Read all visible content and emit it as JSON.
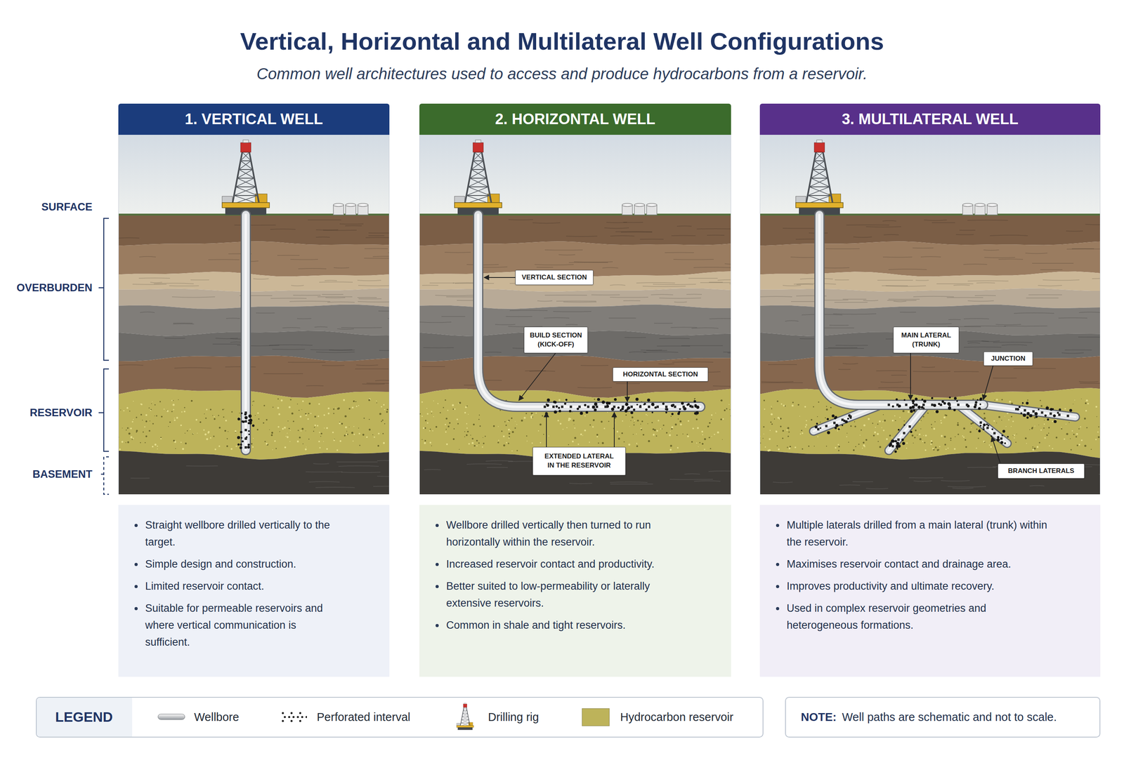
{
  "diagram": {
    "title": "Vertical, Horizontal and Multilateral Well Configurations",
    "caption": "Common well architectures used to access and produce hydrocarbons from a reservoir.",
    "nodes": [
      {
        "text": [
          "1. VERTICAL WELL",
          "Straight wellbore drilled vertically to the target.",
          "Simple design and construction.",
          "Limited reservoir contact.",
          "Suitable for permeable reservoirs and where vertical communication is sufficient."
        ]
      },
      {
        "text": [
          "2. HORIZONTAL WELL",
          "Wellbore drilled vertically then turned to run horizontally within the reservoir.",
          "Increased reservoir contact and productivity.",
          "Better suited to low-permeability or laterally extensive reservoirs.",
          "Common in shale and tight reservoirs."
        ]
      },
      {
        "text": [
          "VERTICAL SECTION"
        ],
        "in": 1
      },
      {
        "text": [
          "BUILD SECTION (KICK-OFF)"
        ],
        "in": 1
      },
      {
        "text": [
          "HORIZONTAL SECTION"
        ],
        "in": 1
      },
      {
        "text": [
          "EXTENDED LATERAL IN THE RESERVOIR"
        ],
        "in": 1
      },
      {
        "text": [
          "3. MULTILATERAL WELL",
          "Multiple laterals drilled from a main lateral (trunk) within the reservoir.",
          "Maximises reservoir contact and drainage area.",
          "Improves productivity and ultimate recovery.",
          "Used in complex reservoir geometries and heterogeneous formations."
        ]
      },
      {
        "text": [
          "MAIN LATERAL (TRUNK)"
        ],
        "in": 6
      },
      {
        "text": [
          "JUNCTION"
        ],
        "in": 6
      },
      {
        "text": [
          "BRANCH LATERALS"
        ],
        "in": 6
      },
      {
        "text": [
          "NOTE:",
          "Well paths are schematic and not to scale."
        ]
      }
    ],
    "labels": [
      "SURFACE",
      "OVERBURDEN",
      "RESERVOIR",
      "BASEMENT",
      "LEGEND"
    ],
    "legend": [
      {
        "text": "Wellbore"
      },
      {
        "text": "Perforated interval"
      },
      {
        "text": "Drilling rig"
      },
      {
        "text": "Hydrocarbon reservoir",
        "color": "#bdb35a"
      }
    ]
  }
}
